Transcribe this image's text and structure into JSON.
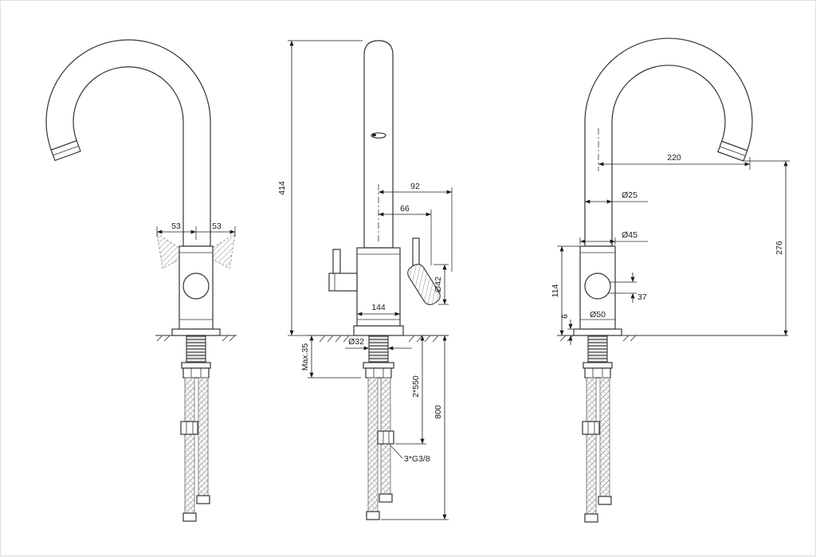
{
  "page": {
    "background": "#ffffff",
    "line_color": "#333333",
    "dim_color": "#1c1c1c",
    "description": "Three-view technical dimension drawing of a gooseneck kitchen mixer faucet with flexible supply hoses"
  },
  "views": {
    "left": {
      "dims": {
        "handle_span_left": "53",
        "handle_span_right": "53"
      }
    },
    "front": {
      "dims": {
        "total_height": "414",
        "lever_reach_open": "92",
        "lever_reach_closed": "66",
        "lever_diameter": "Ø42",
        "body_depth": "144",
        "shank_diameter": "Ø32",
        "max_mounting_thickness": "Max.35",
        "hose_length": "2*550",
        "hose_overall_length": "800",
        "hose_thread": "3*G3/8"
      }
    },
    "right": {
      "dims": {
        "spout_reach": "220",
        "spout_tube_diameter": "Ø25",
        "body_diameter": "Ø45",
        "spout_outlet_height": "276",
        "body_height": "114",
        "base_plate_height": "6",
        "handle_offset": "37",
        "base_diameter": "Ø50"
      }
    }
  }
}
